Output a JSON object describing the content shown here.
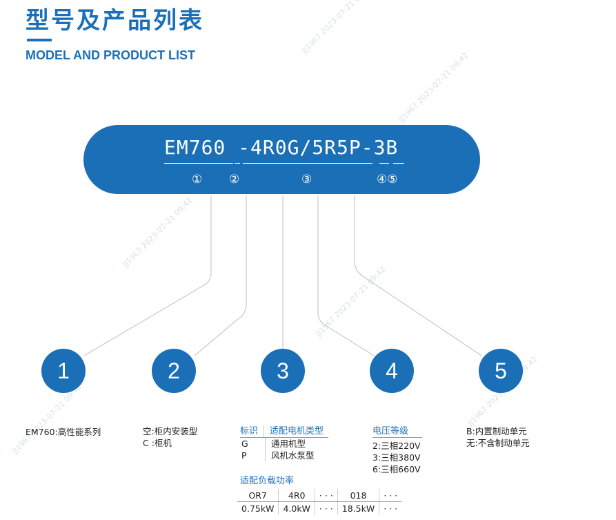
{
  "header": {
    "title_cn": "型号及产品列表",
    "title_en": "MODEL AND PRODUCT LIST"
  },
  "model_code": {
    "text": "EM760 -4R0G/5R5P-3B",
    "markers": [
      "①",
      "②",
      "③",
      "④⑤"
    ]
  },
  "items": [
    {
      "number": "1",
      "lines": [
        "EM760:高性能系列"
      ]
    },
    {
      "number": "2",
      "lines": [
        "空:柜内安装型",
        "C :柜机"
      ]
    },
    {
      "number": "3",
      "motor_table": {
        "headers": [
          "标识",
          "适配电机类型"
        ],
        "rows": [
          [
            "G",
            "通用机型"
          ],
          [
            "P",
            "风机水泵型"
          ]
        ]
      },
      "power_title": "适配负载功率",
      "power_table": {
        "row1": [
          "OR7",
          "4R0",
          "· · ·",
          "018",
          "· · ·"
        ],
        "row2": [
          "0.75kW",
          "4.0kW",
          "· · ·",
          "18.5kW",
          "· · ·"
        ]
      }
    },
    {
      "number": "4",
      "title": "电压等级",
      "lines": [
        "2:三相220V",
        "3:三相380V",
        "6:三相660V"
      ]
    },
    {
      "number": "5",
      "lines": [
        "B:内置制动单元",
        "无:不含制动单元"
      ]
    }
  ],
  "colors": {
    "accent": "#1b6fb6",
    "connector": "#c8c8c8"
  }
}
